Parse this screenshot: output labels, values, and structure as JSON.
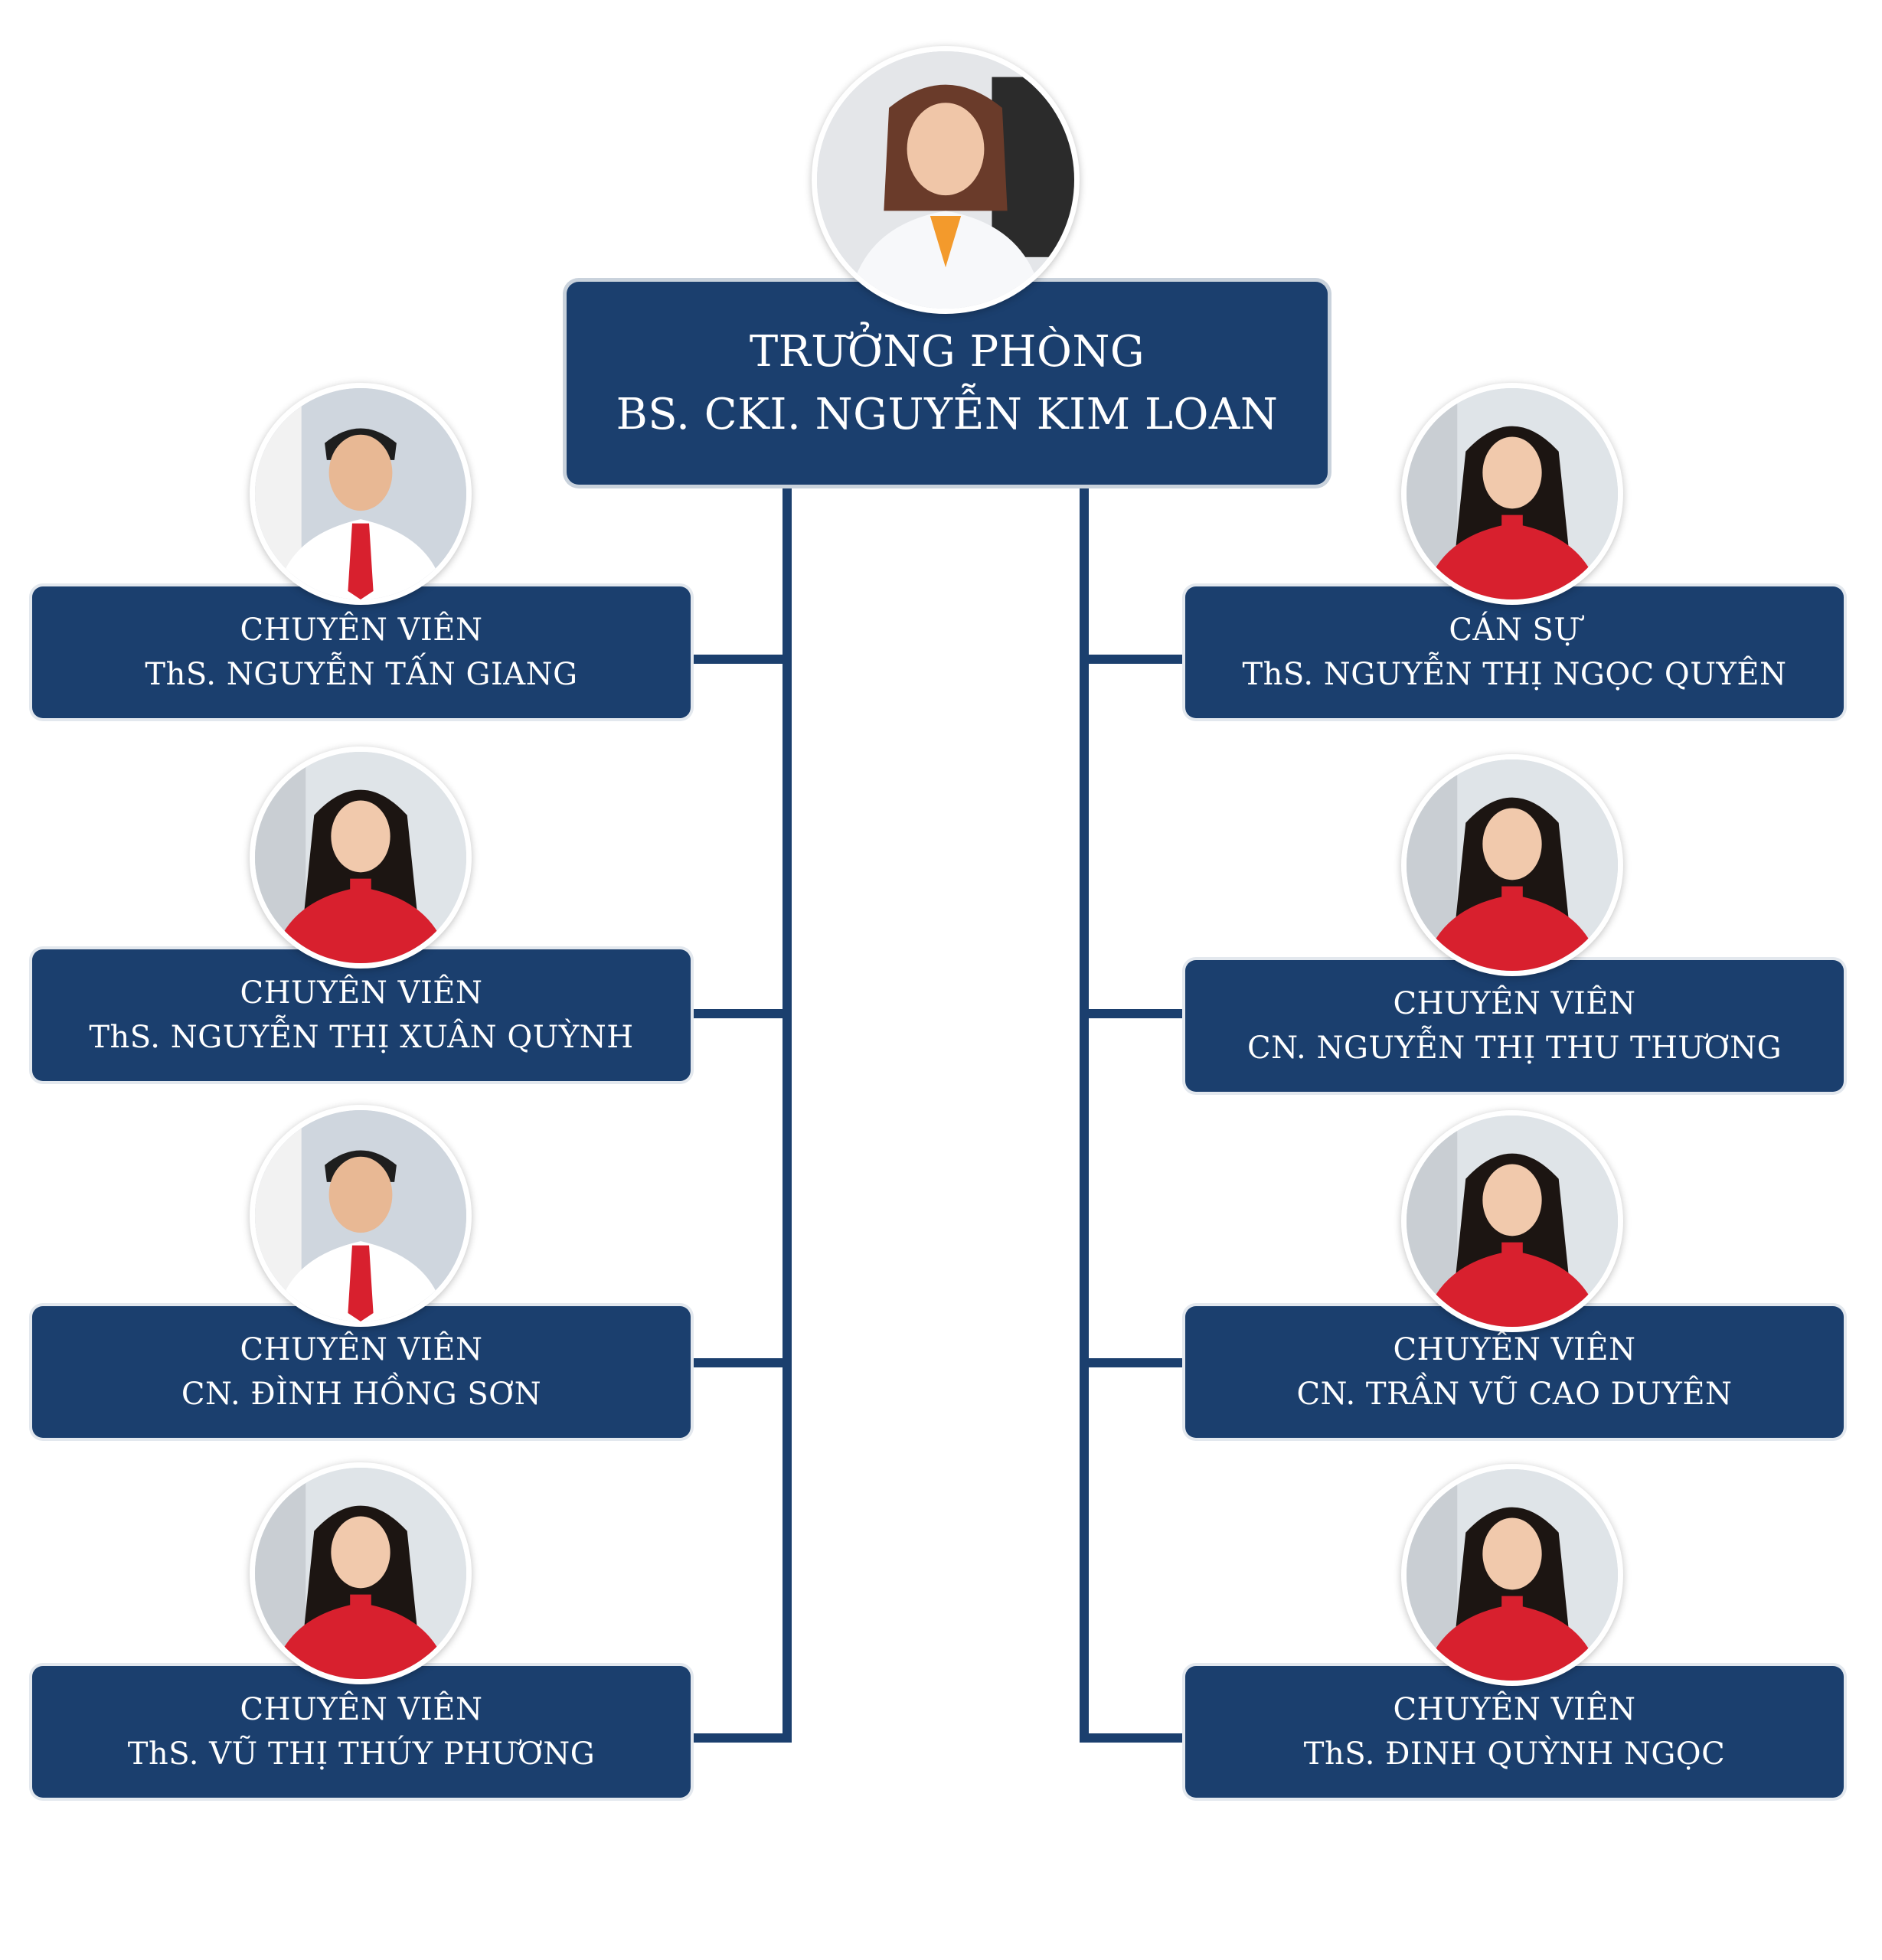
{
  "head": {
    "role": "TRƯỞNG PHÒNG",
    "name": "BS. CKI. NGUYỄN KIM LOAN",
    "photo": "portrait-woman-white-coat-icon"
  },
  "left": [
    {
      "role": "CHUYÊN VIÊN",
      "name": "ThS. NGUYỄN TẤN GIANG",
      "photo": "portrait-man-white-shirt-red-tie-icon"
    },
    {
      "role": "CHUYÊN VIÊN",
      "name": "ThS. NGUYỄN THỊ XUÂN QUỲNH",
      "photo": "portrait-woman-red-ao-dai-icon"
    },
    {
      "role": "CHUYÊN VIÊN",
      "name": "CN. ĐÌNH HỒNG SƠN",
      "photo": "portrait-man-white-shirt-red-tie-icon"
    },
    {
      "role": "CHUYÊN VIÊN",
      "name": "ThS. VŨ THỊ THÚY PHƯƠNG",
      "photo": "portrait-woman-red-ao-dai-icon"
    }
  ],
  "right": [
    {
      "role": "CÁN SỰ",
      "name": "ThS. NGUYỄN THỊ NGỌC QUYÊN",
      "photo": "portrait-woman-red-ao-dai-icon"
    },
    {
      "role": "CHUYÊN VIÊN",
      "name": "CN. NGUYỄN THỊ THU THƯƠNG",
      "photo": "portrait-woman-red-ao-dai-icon"
    },
    {
      "role": "CHUYÊN VIÊN",
      "name": "CN. TRẦN VŨ CAO DUYÊN",
      "photo": "portrait-woman-red-ao-dai-icon"
    },
    {
      "role": "CHUYÊN VIÊN",
      "name": "ThS. ĐINH QUỲNH NGỌC",
      "photo": "portrait-woman-red-ao-dai-icon"
    }
  ],
  "colors": {
    "card": "#1b3f6e",
    "connector": "#1b3f6e",
    "text": "#ffffff",
    "uniform_red": "#d8202e"
  }
}
